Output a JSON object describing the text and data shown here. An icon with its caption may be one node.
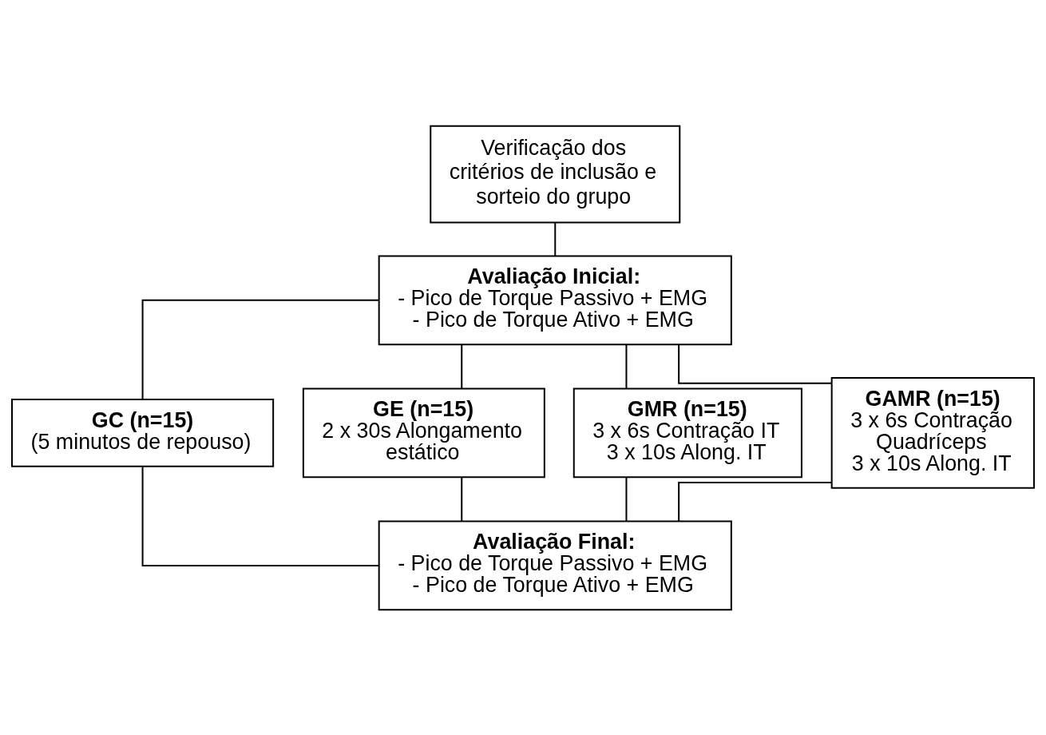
{
  "diagram": {
    "nodes": [
      {
        "text": [
          "Verificação dos critérios de inclusão e sorteio do grupo"
        ]
      },
      {
        "text": [
          "Avaliação Inicial:",
          "- Pico de Torque Passivo + EMG",
          "- Pico de Torque Ativo + EMG"
        ]
      },
      {
        "text": [
          "GC (n=15)",
          "(5 minutos de repouso)"
        ]
      },
      {
        "text": [
          "GE (n=15)",
          "2 x 30s Alongamento estático"
        ]
      },
      {
        "text": [
          "GMR (n=15)",
          "3 x 6s Contração IT",
          "3 x 10s Along. IT"
        ]
      },
      {
        "text": [
          "GAMR (n=15)",
          "3 x 6s Contração Quadríceps",
          "3 x 10s Along. IT"
        ]
      },
      {
        "text": [
          "Avaliação Final:",
          "- Pico de Torque Passivo + EMG",
          "- Pico de Torque Ativo + EMG"
        ]
      }
    ],
    "edges": [
      {
        "from": 0,
        "to": 1,
        "arrow": "none"
      },
      {
        "from": 1,
        "to": 2,
        "arrow": "none"
      },
      {
        "from": 1,
        "to": 3,
        "arrow": "none"
      },
      {
        "from": 1,
        "to": 4,
        "arrow": "none"
      },
      {
        "from": 1,
        "to": 5,
        "arrow": "none"
      },
      {
        "from": 2,
        "to": 6,
        "arrow": "none"
      },
      {
        "from": 3,
        "to": 6,
        "arrow": "none"
      },
      {
        "from": 4,
        "to": 6,
        "arrow": "none"
      },
      {
        "from": 5,
        "to": 6,
        "arrow": "none"
      }
    ]
  }
}
